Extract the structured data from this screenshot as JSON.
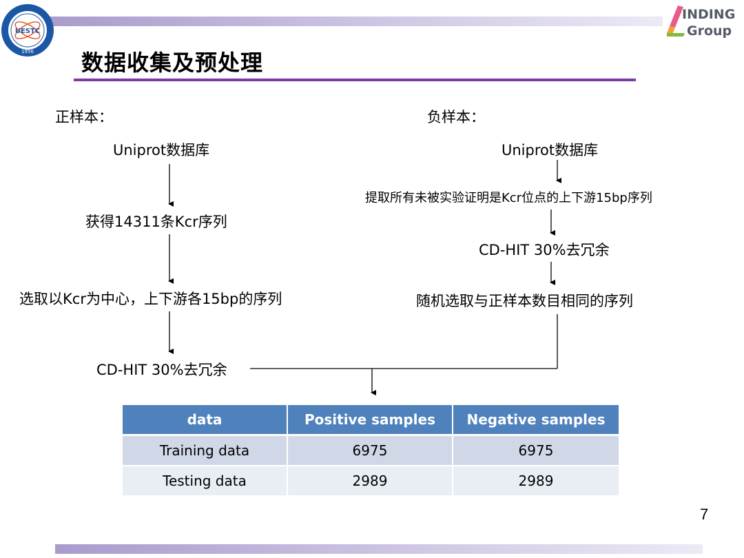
{
  "header": {
    "title": "数据收集及预处理",
    "left_logo_text": "UESTC 1956",
    "right_logo_line1": "INDING",
    "right_logo_line2": "Group"
  },
  "positive": {
    "heading": "正样本：",
    "steps": [
      "Uniprot数据库",
      "获得14311条Kcr序列",
      "选取以Kcr为中心，上下游各15bp的序列",
      "CD-HIT 30%去冗余"
    ]
  },
  "negative": {
    "heading": "负样本：",
    "steps": [
      "Uniprot数据库",
      "提取所有未被实验证明是Kcr位点的上下游15bp序列",
      "CD-HIT 30%去冗余",
      "随机选取与正样本数目相同的序列"
    ]
  },
  "table": {
    "headers": [
      "data",
      "Positive samples",
      "Negative samples"
    ],
    "rows": [
      [
        "Training data",
        "6975",
        "6975"
      ],
      [
        "Testing data",
        "2989",
        "2989"
      ]
    ]
  },
  "page_number": "7",
  "colors": {
    "title_rule": "#7c3ba8",
    "table_header": "#4f81bd",
    "table_row_a": "#d0d8e8",
    "table_row_b": "#e9edf4"
  }
}
